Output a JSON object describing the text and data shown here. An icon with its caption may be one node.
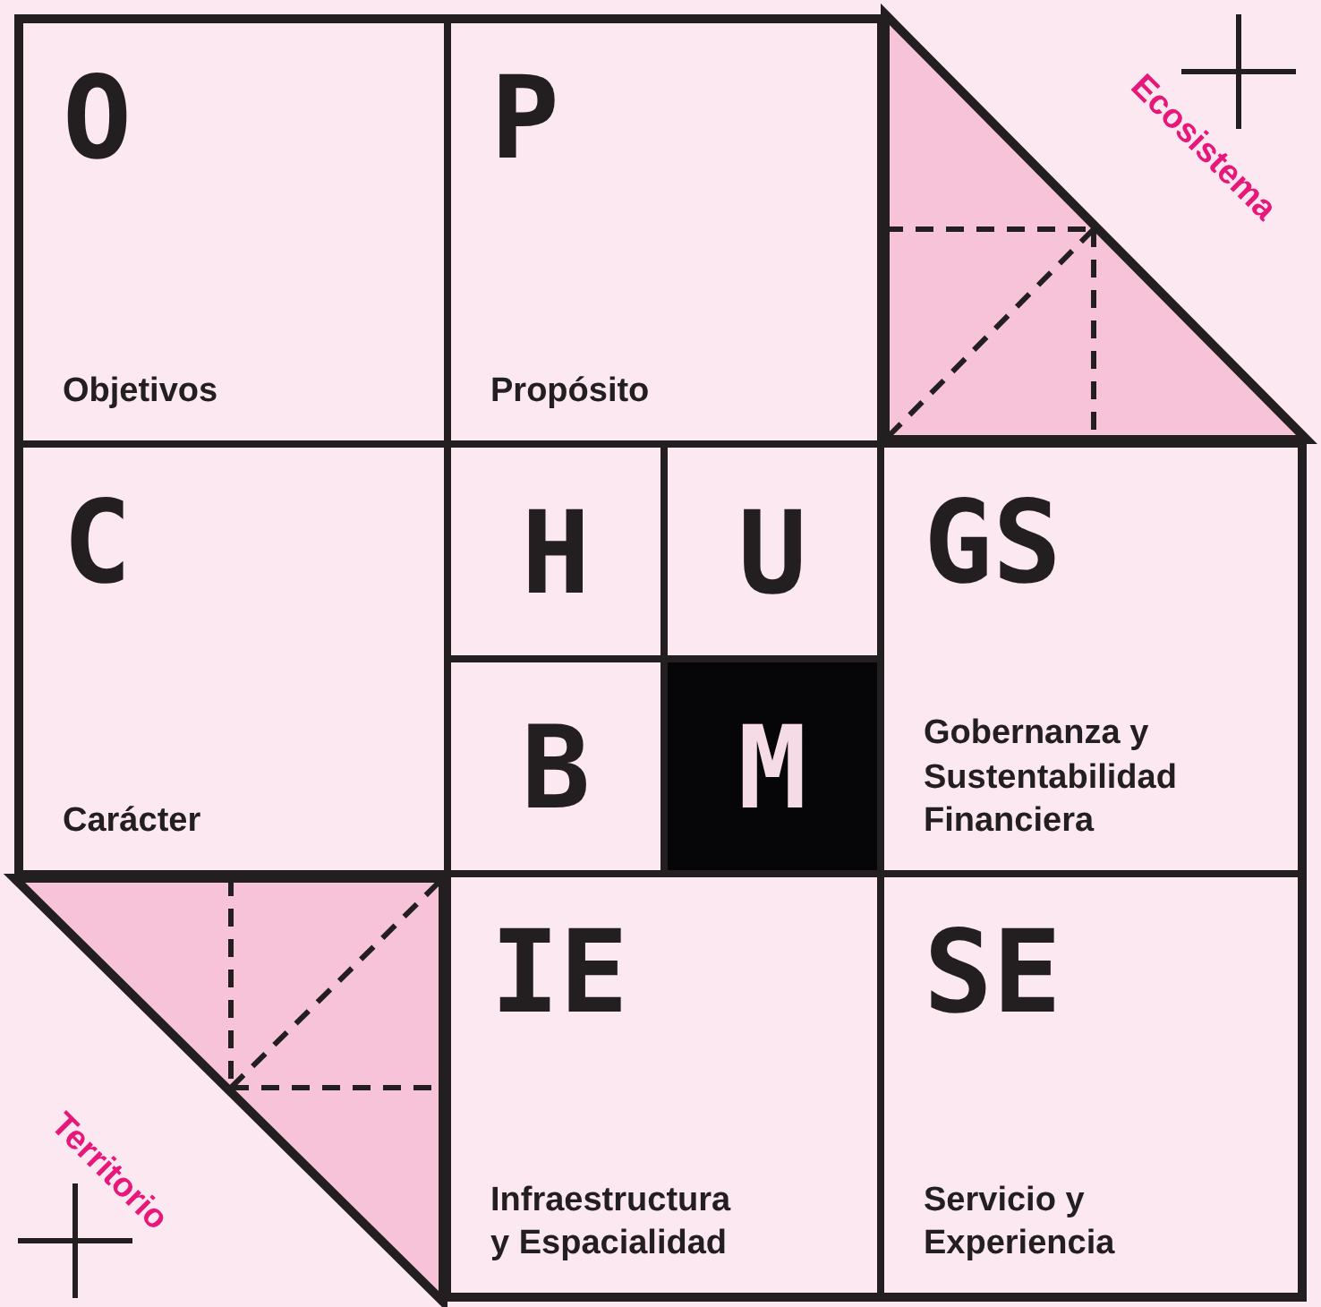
{
  "diagram": {
    "nodes": [
      {
        "text": [
          "O",
          "Objetivos"
        ]
      },
      {
        "text": [
          "P",
          "Propósito"
        ]
      },
      {
        "text": [
          "Ecosistema"
        ]
      },
      {
        "text": [
          "C",
          "Carácter"
        ]
      },
      {
        "text": [
          "H"
        ]
      },
      {
        "text": [
          "U"
        ]
      },
      {
        "text": [
          "GS",
          "Gobernanza y Sustentabilidad Financiera"
        ]
      },
      {
        "text": [
          "B"
        ]
      },
      {
        "text": [
          "M"
        ]
      },
      {
        "text": [
          "Territorio"
        ]
      },
      {
        "text": [
          "IE",
          "Infraestructura y Espacialidad"
        ]
      },
      {
        "text": [
          "SE",
          "Servicio y Experiencia"
        ]
      }
    ]
  }
}
